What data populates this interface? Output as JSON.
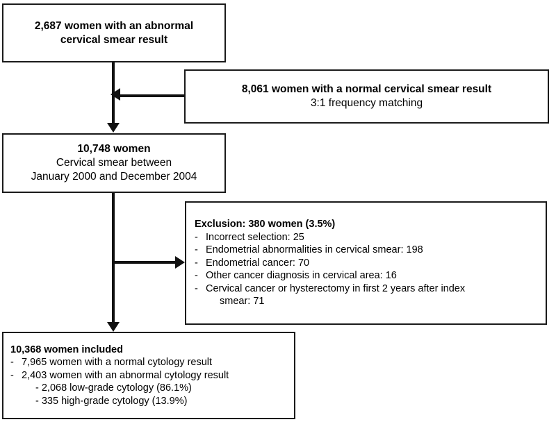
{
  "diagram": {
    "type": "study-flow-diagram",
    "title": "Study population selection flowchart",
    "stroke_color": "#111111",
    "background_color": "#ffffff"
  },
  "boxes": {
    "abnormal_smear": {
      "line1_bold": "2,687",
      "line1_rest": "women with an abnormal",
      "line2": "cervical smear result"
    },
    "normal_smear": {
      "line1_bold": "8,061",
      "line1_rest": "women with a normal cervical smear result",
      "line2": "3:1 frequency matching"
    },
    "total_cohort": {
      "line1_bold": "10,748",
      "line1_rest": "women",
      "line2": "Cervical smear between",
      "line3": "January 2000  and December 2004"
    },
    "exclusion": {
      "heading": "Exclusion: 380  women (3.5%)",
      "bullet_mark": "-",
      "items": [
        "Incorrect selection: 25",
        "Endometrial abnormalities in cervical smear: 198",
        "Endometrial cancer: 70",
        "Other cancer diagnosis in cervical area: 16",
        "Cervical cancer or hysterectomy in first 2 years after index"
      ],
      "last_item_wrap": "smear: 71"
    },
    "included": {
      "heading_bold": "10,368",
      "heading_rest": "women included",
      "bullet_mark": "-",
      "items": [
        "7,965  women with a normal cytology result",
        "2,403  women with an abnormal cytology result"
      ],
      "sub_items": [
        "- 2,068  low-grade cytology (86.1%)",
        "- 335  high-grade cytology (13.9%)"
      ]
    }
  },
  "connectors": {
    "abnormal_to_total": "vertical-arrow-down",
    "normal_into_trunk": "horizontal-arrow-left",
    "total_to_exclusion": "horizontal-arrow-right",
    "total_to_included": "vertical-arrow-down"
  }
}
